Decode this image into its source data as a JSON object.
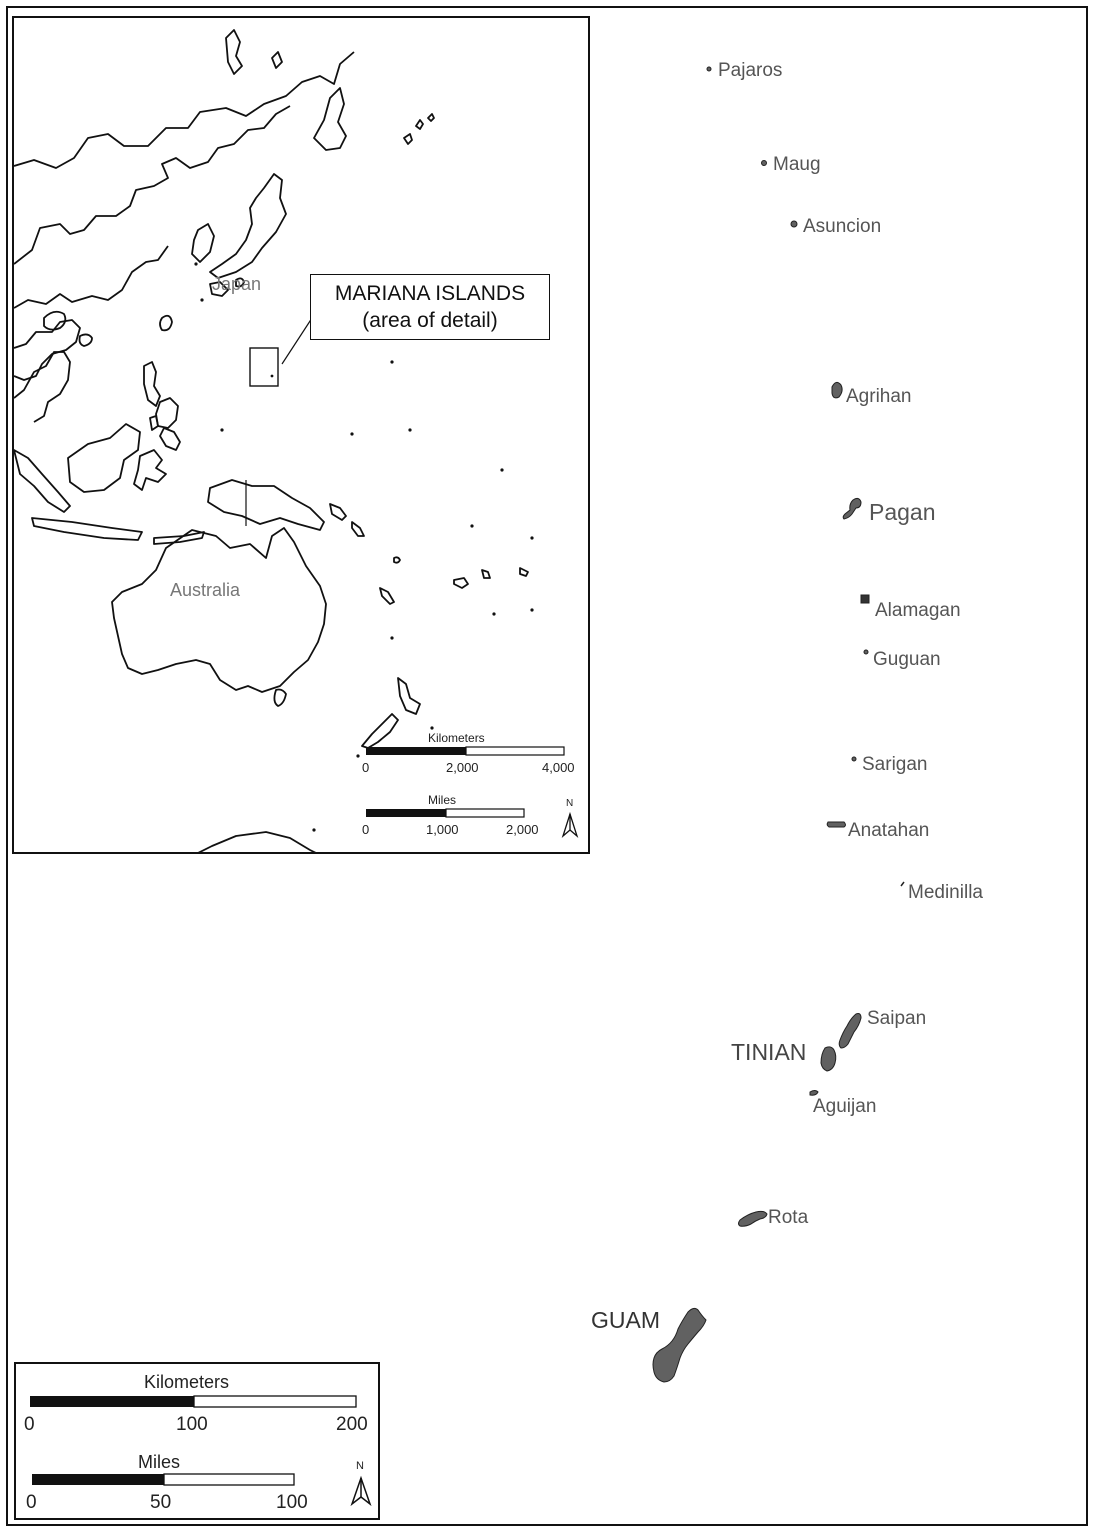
{
  "inset": {
    "callout": {
      "line1": "MARIANA ISLANDS",
      "line2": "(area of detail)"
    },
    "labels": {
      "japan": "Japan",
      "australia": "Australia"
    },
    "scalebar_km": {
      "unit": "Kilometers",
      "ticks": [
        "0",
        "2,000",
        "4,000"
      ]
    },
    "scalebar_mi": {
      "unit": "Miles",
      "ticks": [
        "0",
        "1,000",
        "2,000"
      ]
    },
    "north": "N"
  },
  "islands": [
    {
      "id": "pajaros",
      "label": "Pajaros"
    },
    {
      "id": "maug",
      "label": "Maug"
    },
    {
      "id": "asuncion",
      "label": "Asuncion"
    },
    {
      "id": "agrihan",
      "label": "Agrihan"
    },
    {
      "id": "pagan",
      "label": "Pagan"
    },
    {
      "id": "alamagan",
      "label": "Alamagan"
    },
    {
      "id": "guguan",
      "label": "Guguan"
    },
    {
      "id": "sarigan",
      "label": "Sarigan"
    },
    {
      "id": "anatahan",
      "label": "Anatahan"
    },
    {
      "id": "medinilla",
      "label": "Medinilla"
    },
    {
      "id": "saipan",
      "label": "Saipan"
    },
    {
      "id": "tinian",
      "label": "TINIAN"
    },
    {
      "id": "aguijan",
      "label": "Aguijan"
    },
    {
      "id": "rota",
      "label": "Rota"
    },
    {
      "id": "guam",
      "label": "GUAM"
    }
  ],
  "scale": {
    "km": {
      "unit": "Kilometers",
      "ticks": [
        "0",
        "100",
        "200"
      ]
    },
    "mi": {
      "unit": "Miles",
      "ticks": [
        "0",
        "50",
        "100"
      ]
    },
    "north": "N"
  },
  "colors": {
    "island_fill": "#616161",
    "outline": "#111111",
    "label": "#555555"
  }
}
